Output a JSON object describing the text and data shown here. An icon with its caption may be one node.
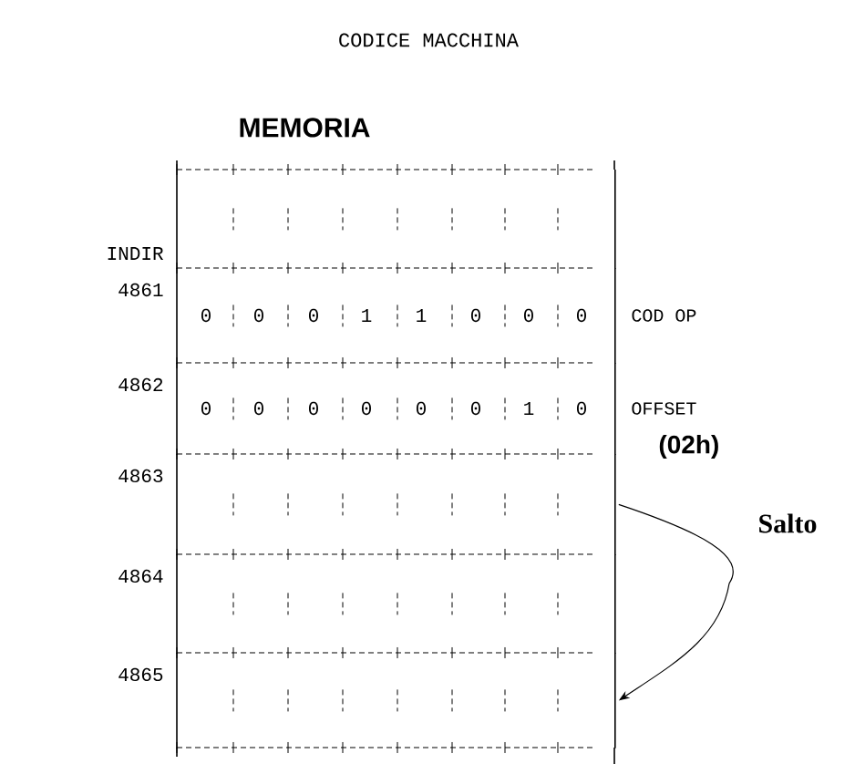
{
  "diagram": {
    "title": "CODICE MACCHINA",
    "nodes": [
      {
        "text": [
          "MEMORIA"
        ]
      },
      {
        "text": [],
        "shape": "box",
        "in": 0
      },
      {
        "text": [
          "0",
          "0",
          "0",
          "1",
          "1",
          "0",
          "0",
          "0"
        ],
        "beside": [
          "4861",
          "COD OP"
        ],
        "in": 0
      },
      {
        "text": [
          "0",
          "0",
          "0",
          "0",
          "0",
          "0",
          "1",
          "0"
        ],
        "beside": [
          "4862",
          "OFFSET",
          "(02h)"
        ],
        "in": 0
      },
      {
        "text": [],
        "shape": "box",
        "beside": [
          "4863"
        ],
        "in": 0
      },
      {
        "text": [],
        "shape": "box",
        "beside": [
          "4864"
        ],
        "in": 0
      },
      {
        "text": [],
        "shape": "box",
        "beside": [
          "4865"
        ],
        "in": 0
      }
    ],
    "edges": [
      {
        "from": 4,
        "to": 6,
        "arrow": "to",
        "label": "Salto"
      }
    ],
    "labels": [
      "INDIR"
    ]
  }
}
